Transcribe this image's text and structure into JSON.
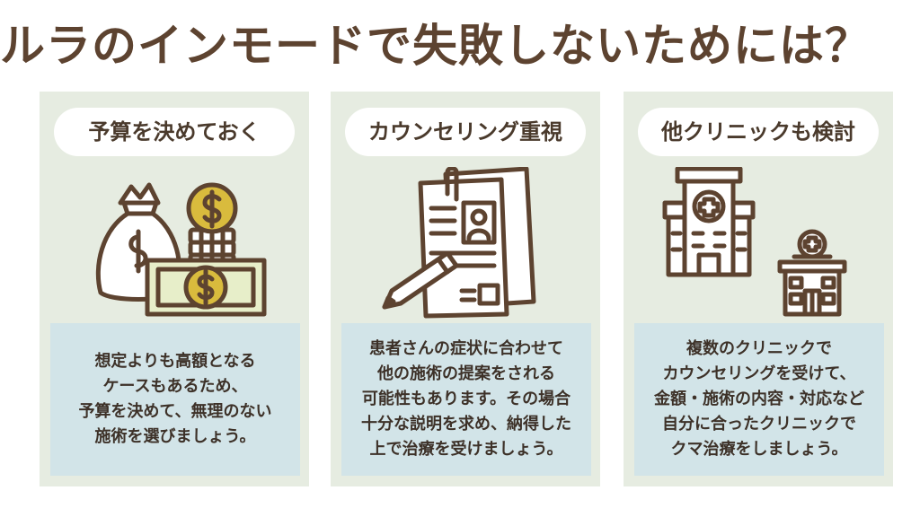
{
  "title": "ルラのインモードで失敗しないためには？",
  "colors": {
    "title": "#5d4330",
    "card_bg": "#e6ece1",
    "desc_bg": "#d2e4e8",
    "icon_stroke": "#5d4330",
    "coin_gold": "#d9bb3d",
    "bill_green": "#e7eec9"
  },
  "cards": [
    {
      "heading": "予算を決めておく",
      "icon": "money-bag-coins-bill-icon",
      "lines": [
        "想定よりも高額となる",
        "ケースもあるため、",
        "予算を決めて、無理のない",
        "施術を選びましょう。"
      ]
    },
    {
      "heading": "カウンセリング重視",
      "icon": "document-profile-pen-icon",
      "lines": [
        "患者さんの症状に合わせて",
        "他の施術の提案をされる",
        "可能性もあります。その場合",
        "十分な説明を求め、納得した",
        "上で治療を受けましょう。"
      ]
    },
    {
      "heading": "他クリニックも検討",
      "icon": "hospital-buildings-icon",
      "lines": [
        "複数のクリニックで",
        "カウンセリングを受けて、",
        "金額・施術の内容・対応など",
        "自分に合ったクリニックで",
        "クマ治療をしましょう。"
      ]
    }
  ]
}
